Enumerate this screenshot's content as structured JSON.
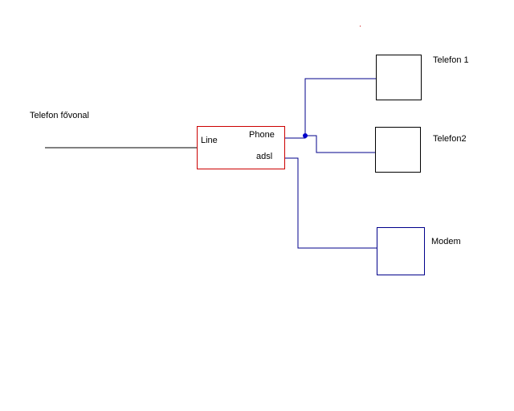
{
  "diagram": {
    "labels": {
      "main_line": "Telefon fővonal",
      "splitter_line": "Line",
      "splitter_phone": "Phone",
      "splitter_adsl": "adsl",
      "telefon1": "Telefon 1",
      "telefon2": "Telefon2",
      "modem": "Modem"
    },
    "colors": {
      "main_line": "#000000",
      "splitter_border": "#cc0000",
      "connection": "#00008b",
      "phone_box_border": "#000000",
      "modem_box_border": "#00008b",
      "stray_dot": "#cc0000"
    }
  }
}
